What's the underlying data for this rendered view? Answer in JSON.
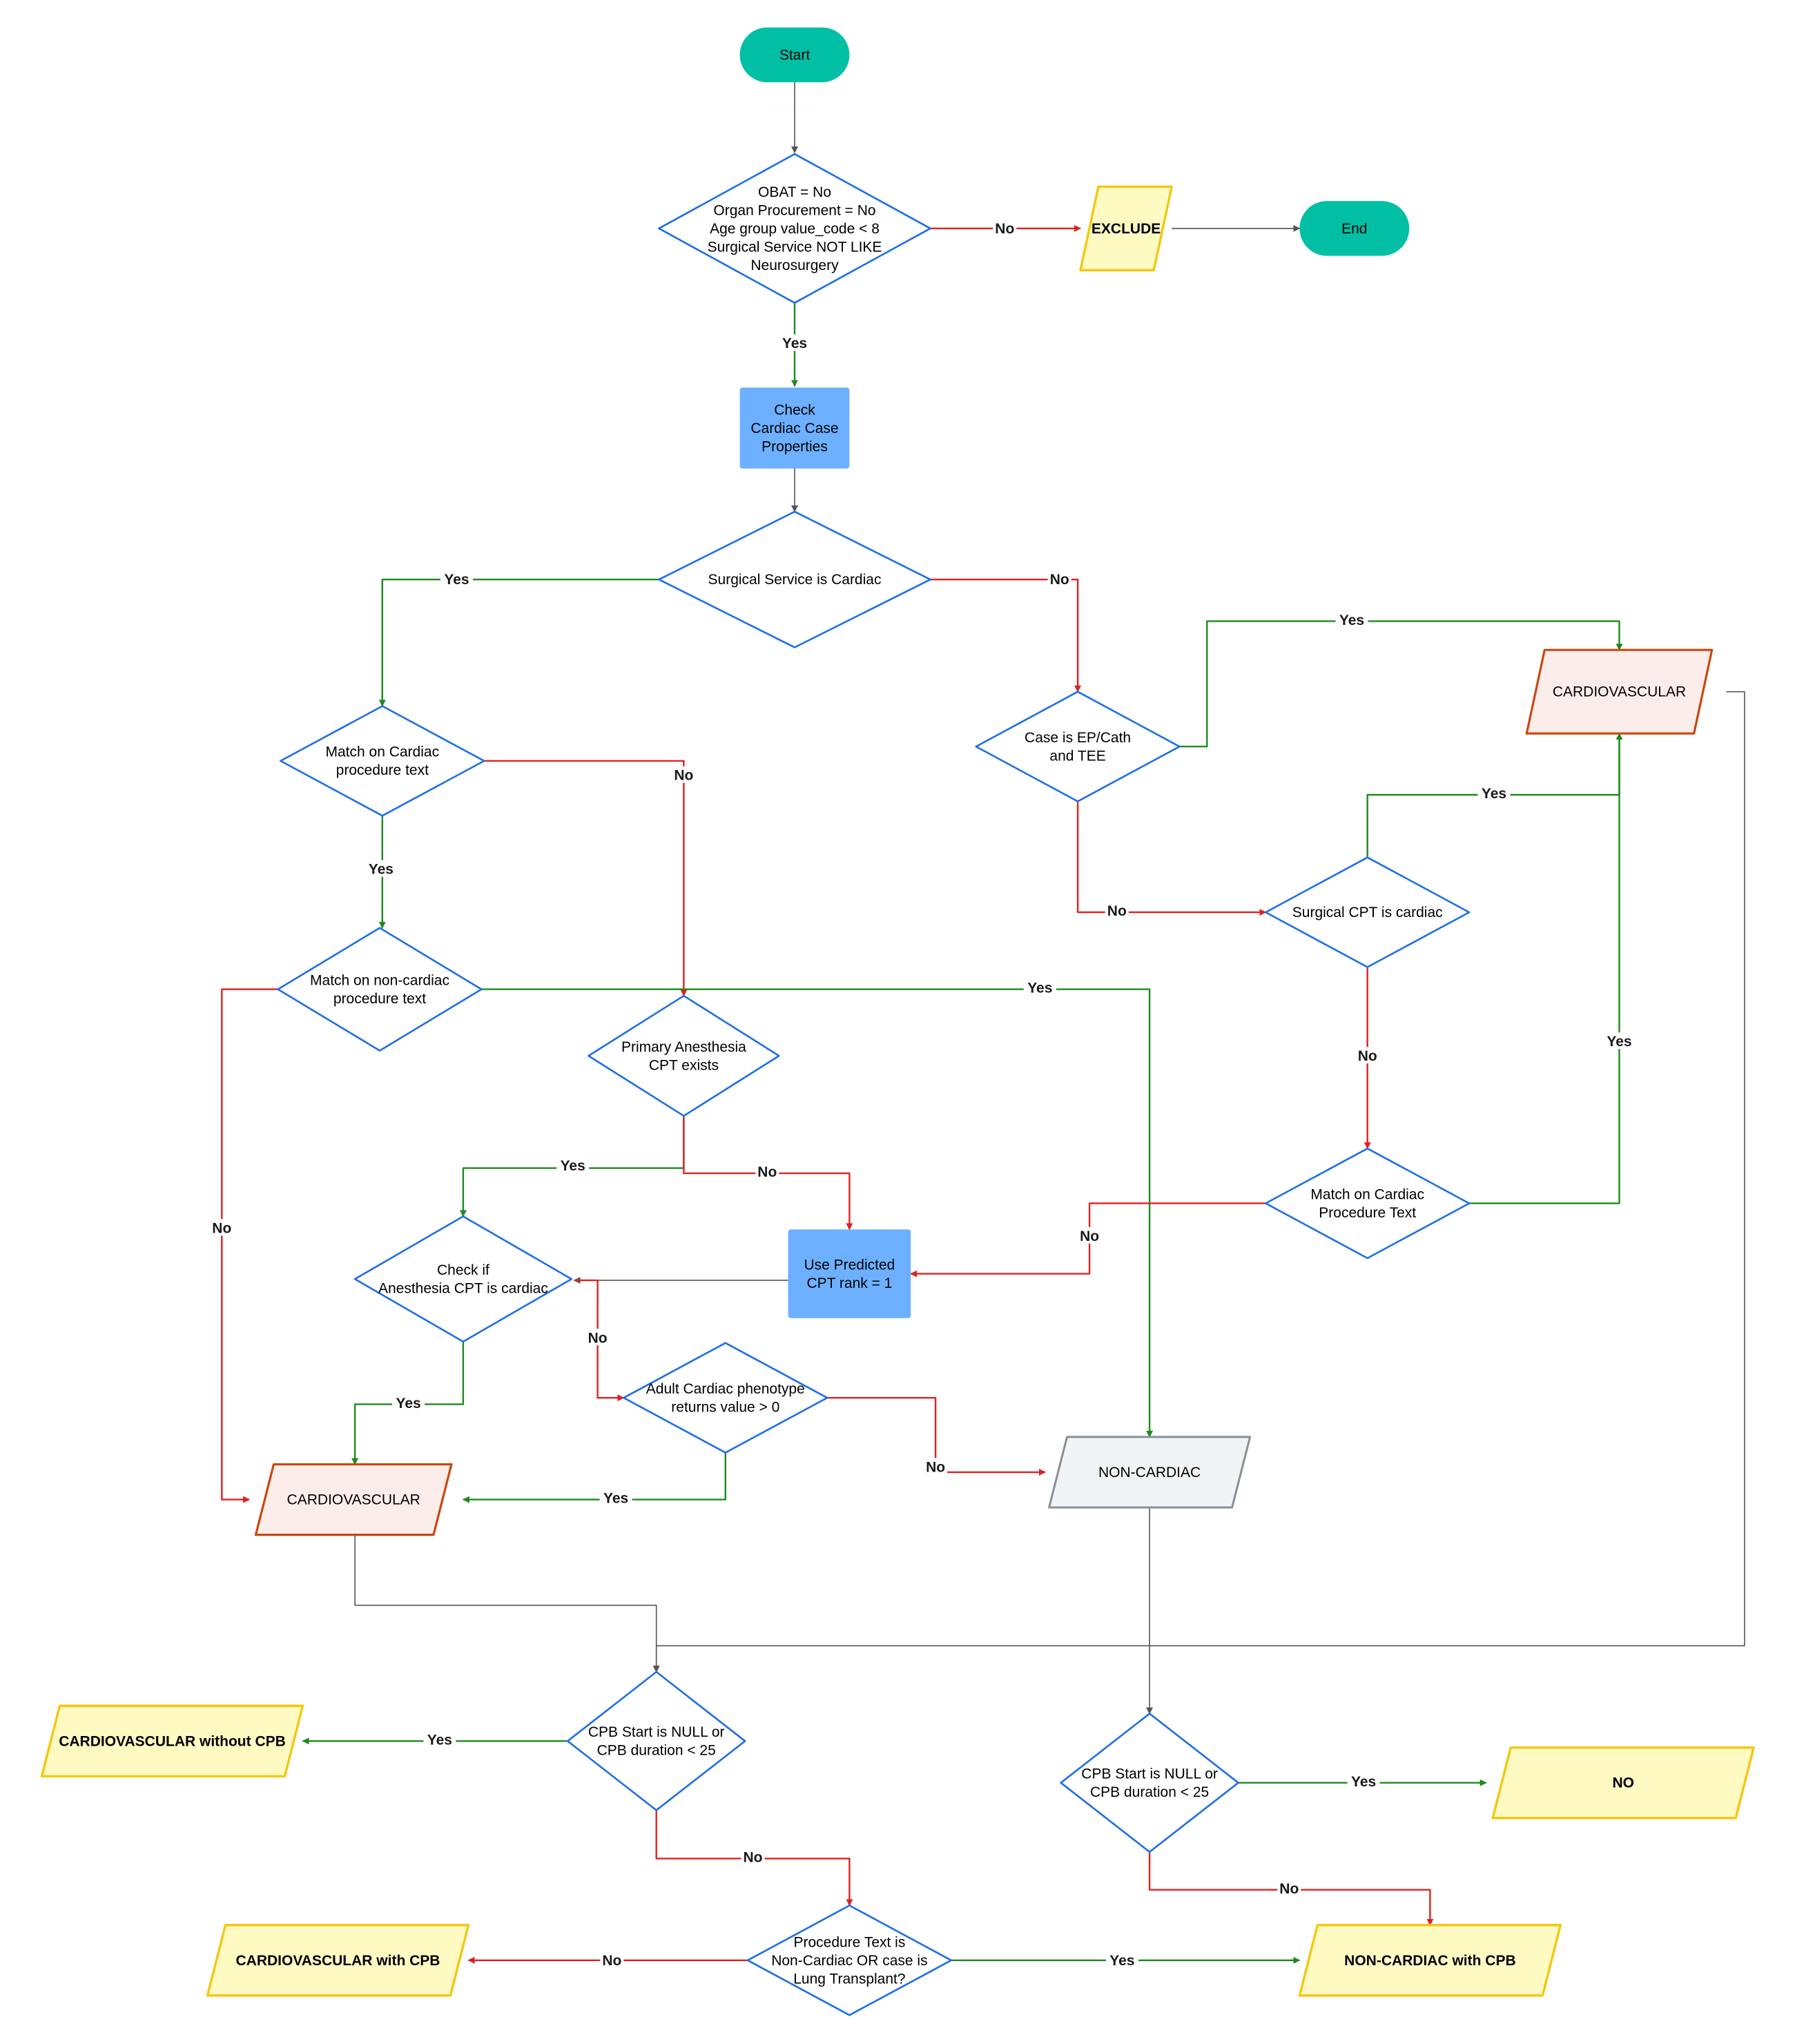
{
  "title": "",
  "colors": {
    "terminal": "#00BFA5",
    "process": "#6CB0FF",
    "decision_stroke": "#1F6FE5",
    "exclude_fill": "#FFF9C2",
    "exclude_stroke": "#F2C811",
    "cardio_fill": "#FDEDEA",
    "cardio_stroke": "#C9470F",
    "noncardiac_fill": "#F1F3F5",
    "noncardiac_stroke": "#8A8F96",
    "yes_edge": "#1E8A1E",
    "no_edge": "#E02020",
    "neutral_edge": "#555555"
  },
  "nodes": {
    "start": {
      "type": "terminal",
      "lines": [
        "Start"
      ]
    },
    "end": {
      "type": "terminal",
      "lines": [
        "End"
      ]
    },
    "d_initial": {
      "type": "decision",
      "lines": [
        "OBAT = No",
        "Organ Procurement = No",
        "Age group value_code < 8",
        "Surgical Service NOT LIKE",
        "Neurosurgery"
      ]
    },
    "exclude": {
      "type": "output-yellow",
      "bold": true,
      "lines": [
        "EXCLUDE"
      ]
    },
    "p_check": {
      "type": "process",
      "lines": [
        "Check",
        "Cardiac Case",
        "Properties"
      ]
    },
    "d_surg_service": {
      "type": "decision",
      "lines": [
        "Surgical Service is Cardiac"
      ]
    },
    "d_match_cardiac_text": {
      "type": "decision",
      "lines": [
        "Match on Cardiac",
        "procedure text"
      ]
    },
    "d_match_noncardiac_text": {
      "type": "decision",
      "lines": [
        "Match on non-cardiac",
        "procedure text"
      ]
    },
    "d_primary_anes": {
      "type": "decision",
      "lines": [
        "Primary Anesthesia",
        "CPT exists"
      ]
    },
    "d_check_anes": {
      "type": "decision",
      "lines": [
        "Check if",
        "Anesthesia CPT is cardiac"
      ]
    },
    "p_predicted": {
      "type": "process",
      "lines": [
        "Use Predicted",
        "CPT rank = 1"
      ]
    },
    "d_adult_pheno": {
      "type": "decision",
      "lines": [
        "Adult Cardiac phenotype",
        "returns value > 0"
      ]
    },
    "o_cardio_left": {
      "type": "output-cardio",
      "lines": [
        "CARDIOVASCULAR"
      ]
    },
    "o_noncardiac": {
      "type": "output-gray",
      "lines": [
        "NON-CARDIAC"
      ]
    },
    "d_ep_cath": {
      "type": "decision",
      "lines": [
        "Case is EP/Cath",
        "and TEE"
      ]
    },
    "o_cardio_right": {
      "type": "output-cardio",
      "lines": [
        "CARDIOVASCULAR"
      ]
    },
    "d_surg_cpt": {
      "type": "decision",
      "lines": [
        "Surgical CPT is cardiac"
      ]
    },
    "d_match_cardiac_proc": {
      "type": "decision",
      "lines": [
        "Match on Cardiac",
        "Procedure Text"
      ]
    },
    "d_cpb_left": {
      "type": "decision",
      "lines": [
        "CPB Start is NULL or",
        "CPB duration < 25"
      ]
    },
    "d_cpb_right": {
      "type": "decision",
      "lines": [
        "CPB Start is NULL or",
        "CPB duration < 25"
      ]
    },
    "o_cardio_without_cpb": {
      "type": "output-yellow",
      "bold": true,
      "lines": [
        "CARDIOVASCULAR without CPB"
      ]
    },
    "o_no": {
      "type": "output-yellow",
      "bold": true,
      "lines": [
        "NO"
      ]
    },
    "d_proc_text": {
      "type": "decision",
      "lines": [
        "Procedure Text is",
        "Non-Cardiac OR case is",
        "Lung Transplant?"
      ]
    },
    "o_cardio_with_cpb": {
      "type": "output-yellow",
      "bold": true,
      "lines": [
        "CARDIOVASCULAR with CPB"
      ]
    },
    "o_noncardiac_with_cpb": {
      "type": "output-yellow",
      "bold": true,
      "lines": [
        "NON-CARDIAC with CPB"
      ]
    }
  },
  "edges": [
    {
      "id": "e1",
      "kind": "neutral",
      "label": ""
    },
    {
      "id": "e2",
      "kind": "no",
      "label": "No"
    },
    {
      "id": "e3",
      "kind": "neutral",
      "label": ""
    },
    {
      "id": "e4",
      "kind": "yes",
      "label": "Yes"
    },
    {
      "id": "e5",
      "kind": "neutral",
      "label": ""
    },
    {
      "id": "e6",
      "kind": "yes",
      "label": "Yes"
    },
    {
      "id": "e7",
      "kind": "no",
      "label": "No"
    },
    {
      "id": "e8",
      "kind": "yes",
      "label": "Yes"
    },
    {
      "id": "e9",
      "kind": "no",
      "label": "No"
    },
    {
      "id": "e10",
      "kind": "yes",
      "label": "Yes"
    },
    {
      "id": "e11",
      "kind": "no",
      "label": "No"
    },
    {
      "id": "e12",
      "kind": "yes",
      "label": "Yes"
    },
    {
      "id": "e13",
      "kind": "no",
      "label": "No"
    },
    {
      "id": "e14",
      "kind": "neutral",
      "label": ""
    },
    {
      "id": "e15",
      "kind": "yes",
      "label": "Yes"
    },
    {
      "id": "e16",
      "kind": "no",
      "label": "No"
    },
    {
      "id": "e17",
      "kind": "yes",
      "label": "Yes"
    },
    {
      "id": "e18",
      "kind": "no",
      "label": "No"
    },
    {
      "id": "e19",
      "kind": "yes",
      "label": "Yes"
    },
    {
      "id": "e20",
      "kind": "no",
      "label": "No"
    },
    {
      "id": "e21",
      "kind": "yes",
      "label": "Yes"
    },
    {
      "id": "e22",
      "kind": "no",
      "label": "No"
    },
    {
      "id": "e23",
      "kind": "yes",
      "label": "Yes"
    },
    {
      "id": "e24",
      "kind": "no",
      "label": "No"
    },
    {
      "id": "e25",
      "kind": "neutral",
      "label": ""
    },
    {
      "id": "e26",
      "kind": "neutral",
      "label": ""
    },
    {
      "id": "e27",
      "kind": "neutral",
      "label": ""
    },
    {
      "id": "e28",
      "kind": "yes",
      "label": "Yes"
    },
    {
      "id": "e29",
      "kind": "no",
      "label": "No"
    },
    {
      "id": "e30",
      "kind": "yes",
      "label": "Yes"
    },
    {
      "id": "e31",
      "kind": "no",
      "label": "No"
    },
    {
      "id": "e32",
      "kind": "no",
      "label": "No"
    },
    {
      "id": "e33",
      "kind": "yes",
      "label": "Yes"
    }
  ]
}
